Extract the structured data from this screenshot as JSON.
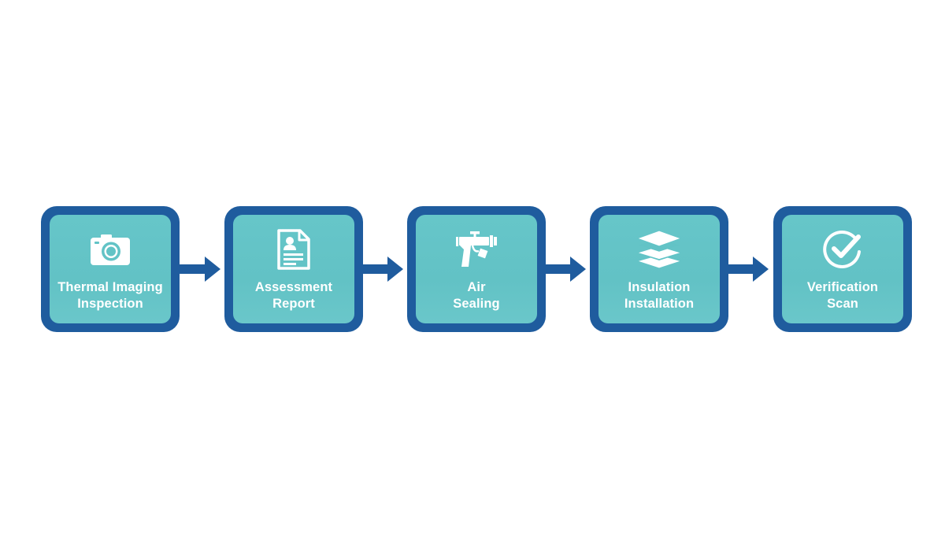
{
  "diagram": {
    "type": "process-flow",
    "direction": "left-to-right",
    "colors": {
      "background": "#ffffff",
      "box_border": "#1f5c9e",
      "box_fill": "#62c3c6",
      "arrow": "#1f5c9e",
      "text": "#ffffff",
      "icon": "#ffffff"
    },
    "steps": [
      {
        "id": "thermal-imaging-inspection",
        "icon": "camera-icon",
        "label_line1": "Thermal Imaging",
        "label_line2": "Inspection"
      },
      {
        "id": "assessment-report",
        "icon": "document-report-icon",
        "label_line1": "Assessment",
        "label_line2": "Report"
      },
      {
        "id": "air-sealing",
        "icon": "caulk-gun-icon",
        "label_line1": "Air",
        "label_line2": "Sealing"
      },
      {
        "id": "insulation-installation",
        "icon": "layers-icon",
        "label_line1": "Insulation",
        "label_line2": "Installation"
      },
      {
        "id": "verification-scan",
        "icon": "check-circle-icon",
        "label_line1": "Verification",
        "label_line2": "Scan"
      }
    ],
    "connections": [
      {
        "from": "thermal-imaging-inspection",
        "to": "assessment-report"
      },
      {
        "from": "assessment-report",
        "to": "air-sealing"
      },
      {
        "from": "air-sealing",
        "to": "insulation-installation"
      },
      {
        "from": "insulation-installation",
        "to": "verification-scan"
      }
    ]
  }
}
